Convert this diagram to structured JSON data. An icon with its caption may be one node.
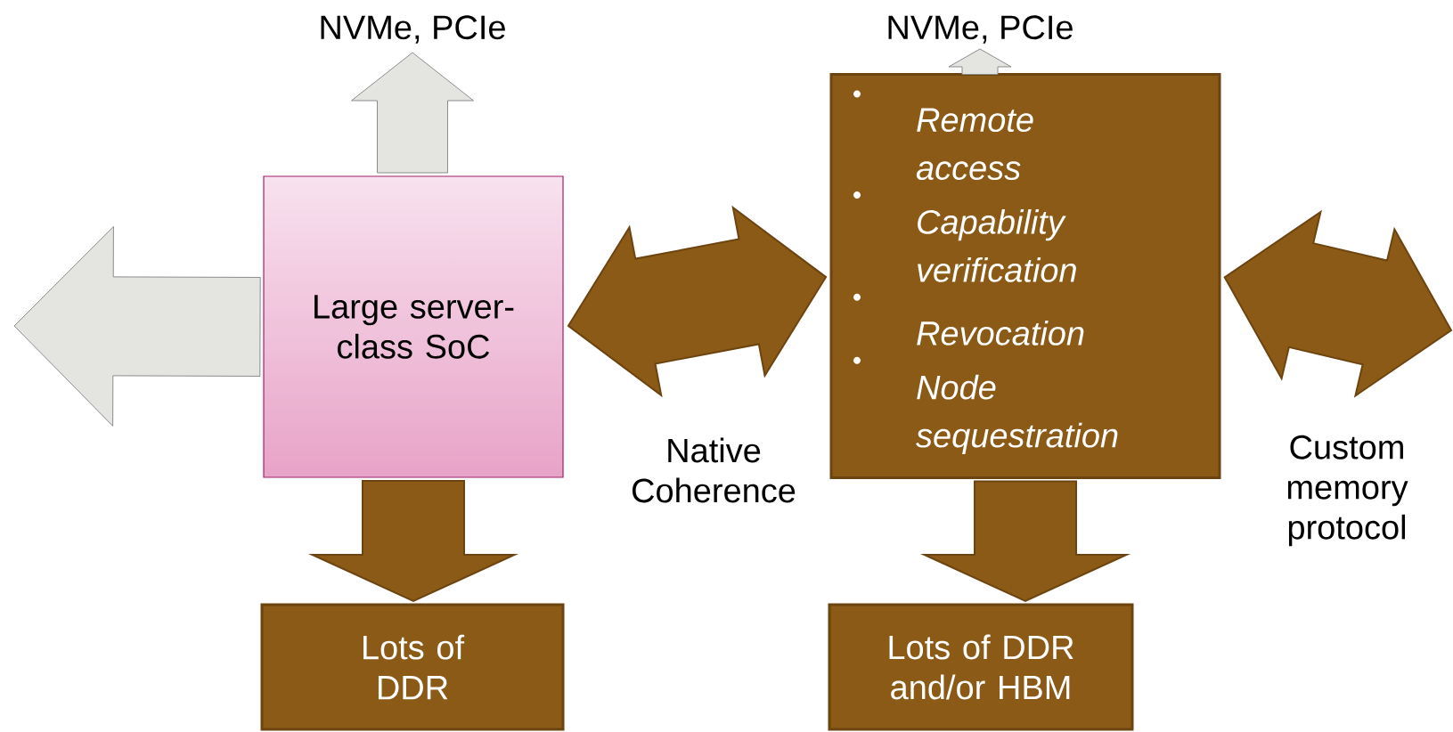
{
  "diagram": {
    "nodes": [
      {
        "text": [
          "Large server-class SoC"
        ]
      },
      {
        "text": [
          "Remote access",
          "Capability verification",
          "Revocation",
          "Node sequestration"
        ]
      },
      {
        "text": [
          "Lots of DDR"
        ]
      },
      {
        "text": [
          "Lots of DDR and/or HBM"
        ]
      },
      {
        "text": [
          "NVMe, PCIe"
        ]
      },
      {
        "text": [
          "NVMe, PCIe"
        ]
      }
    ],
    "edges": [
      {
        "from": 0,
        "to": 4,
        "arrow": "to",
        "color": "#e4e5e1"
      },
      {
        "from": 1,
        "to": 5,
        "arrow": "to",
        "color": "#e4e5e1"
      },
      {
        "from": 0,
        "to": null,
        "arrow": "to",
        "color": "#e4e5e1"
      },
      {
        "from": 0,
        "to": 2,
        "arrow": "to"
      },
      {
        "from": 1,
        "to": 3,
        "arrow": "to"
      },
      {
        "from": 0,
        "to": 1,
        "arrow": "both",
        "label": "Native Coherence"
      },
      {
        "from": 1,
        "to": null,
        "arrow": "both",
        "label": "Custom memory protocol"
      }
    ]
  }
}
